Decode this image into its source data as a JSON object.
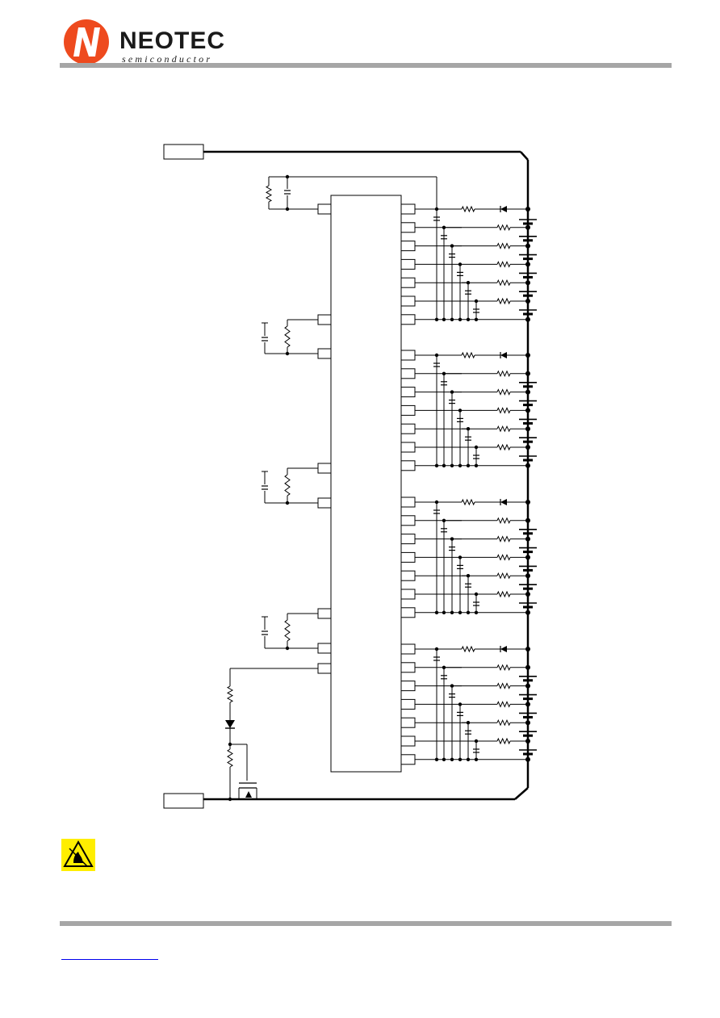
{
  "header": {
    "brand_name": "NEOTEC",
    "brand_subtitle": "semiconductor",
    "logo_colors": {
      "mark": "#ee4a1e",
      "letter": "#ffffff"
    }
  },
  "schematic": {
    "stage_count": 4,
    "cells_per_stage": 5,
    "colors": {
      "line": "#000000",
      "fill": "#000000"
    }
  },
  "esd_warning": {
    "icon": "esd-sensitive-icon",
    "color": "#ffee00"
  },
  "footer": {
    "link_text": ""
  }
}
